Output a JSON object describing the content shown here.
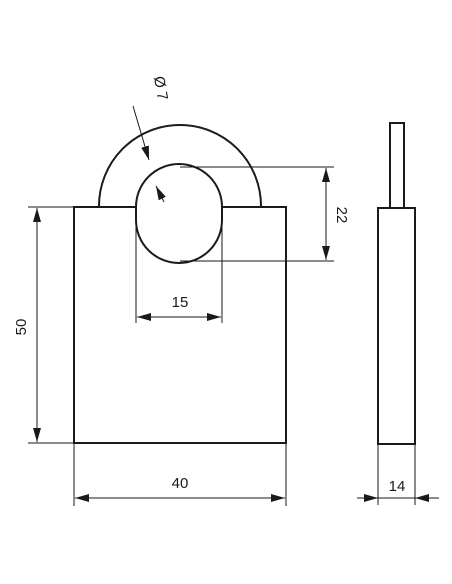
{
  "dimensions": {
    "shackle_diameter": "Ø 7",
    "shackle_clearance": "22",
    "shackle_width": "15",
    "body_height": "50",
    "body_width": "40",
    "body_thickness": "14"
  },
  "colors": {
    "line": "#1a1a1a",
    "background": "#ffffff"
  }
}
